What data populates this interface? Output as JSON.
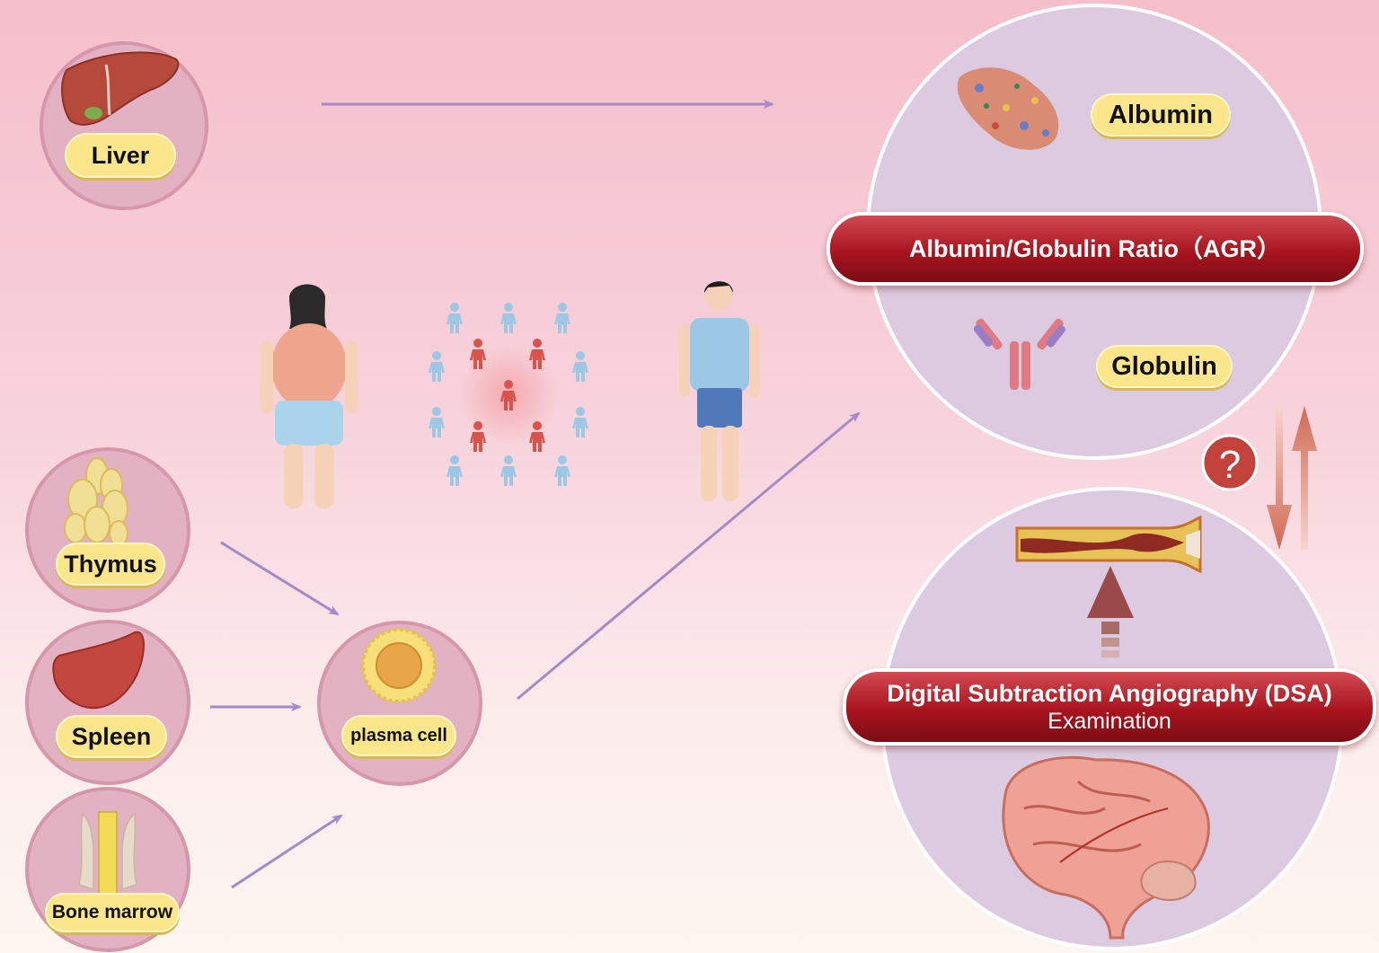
{
  "organs": {
    "liver": "Liver",
    "thymus": "Thymus",
    "spleen": "Spleen",
    "bone_marrow": "Bone marrow",
    "plasma_cell": "plasma cell"
  },
  "proteins": {
    "albumin": "Albumin",
    "globulin": "Globulin"
  },
  "agr_banner": "Albumin/Globulin Ratio（AGR）",
  "dsa_banner": {
    "title": "Digital Subtraction Angiography (DSA)",
    "subtitle": "Examination"
  },
  "question_mark": "?",
  "colors": {
    "organ_circle": "#e2b2c2",
    "label_pill": "#fbe68c",
    "banner_red": "#a8141e",
    "arrow_purple": "#a68ac8",
    "big_circle": "#dccbe0",
    "person_blue": "#9cc8e6",
    "person_red": "#d9534a"
  },
  "icons": [
    "liver-icon",
    "thymus-icon",
    "spleen-icon",
    "bone-marrow-icon",
    "plasma-cell-icon",
    "albumin-molecule-icon",
    "antibody-icon",
    "artery-plaque-icon",
    "brain-icon",
    "woman-figure-icon",
    "man-figure-icon",
    "crowd-icon"
  ]
}
